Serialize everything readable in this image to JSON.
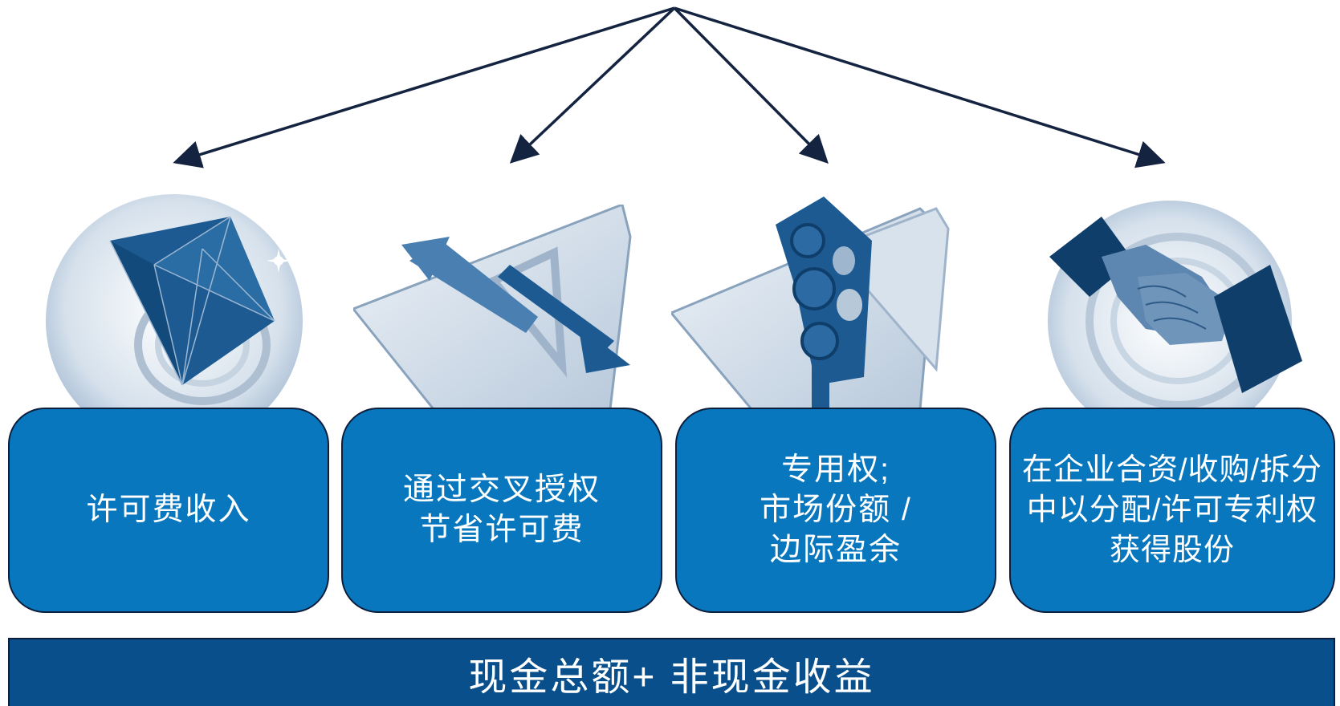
{
  "colors": {
    "arrow": "#14233f",
    "card_fill": "#0877bd",
    "card_border": "#0c1e3c",
    "bar_fill": "#084f8c",
    "illustration_blue": "#1c5a91",
    "sky": "#d6e1ec"
  },
  "illustrations": [
    {
      "icon": "diamond-icon"
    },
    {
      "icon": "crossing-arrows-sign-icon"
    },
    {
      "icon": "traffic-light-icon"
    },
    {
      "icon": "handshake-icon"
    }
  ],
  "cards": [
    {
      "lines": [
        "许可费收入"
      ]
    },
    {
      "lines": [
        "通过交叉授权",
        "节省许可费"
      ]
    },
    {
      "lines": [
        "专用权;",
        "市场份额 /",
        "边际盈余"
      ]
    },
    {
      "lines": [
        "在企业合资/收购/拆分",
        "中以分配/许可专利权",
        "获得股份"
      ]
    }
  ],
  "summary": "现金总额+ 非现金收益"
}
